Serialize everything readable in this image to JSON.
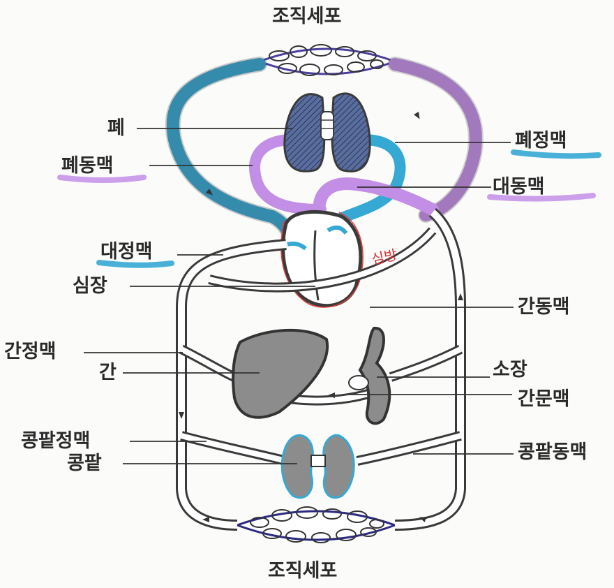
{
  "labels": {
    "tissue_top": "조직세포",
    "tissue_bottom": "조직세포",
    "lung": "폐",
    "pulmonary_artery": "폐동맥",
    "vena_cava": "대정맥",
    "heart": "심장",
    "hepatic_vein": "간정맥",
    "liver": "간",
    "renal_vein": "콩팥정맥",
    "kidney": "콩팥",
    "pulmonary_vein": "폐정맥",
    "aorta": "대동맥",
    "hepatic_artery": "간동맥",
    "small_intestine": "소장",
    "hepatic_portal_vein": "간문맥",
    "renal_artery": "콩팥동맥"
  },
  "handwritten_note": "심방",
  "highlight_colors": {
    "oxygen_poor": "#35a9d4",
    "oxygen_rich": "#c38ee6",
    "organ_fill": "#8c8c8c",
    "outline": "#333333",
    "pen": "#e03a3a"
  }
}
